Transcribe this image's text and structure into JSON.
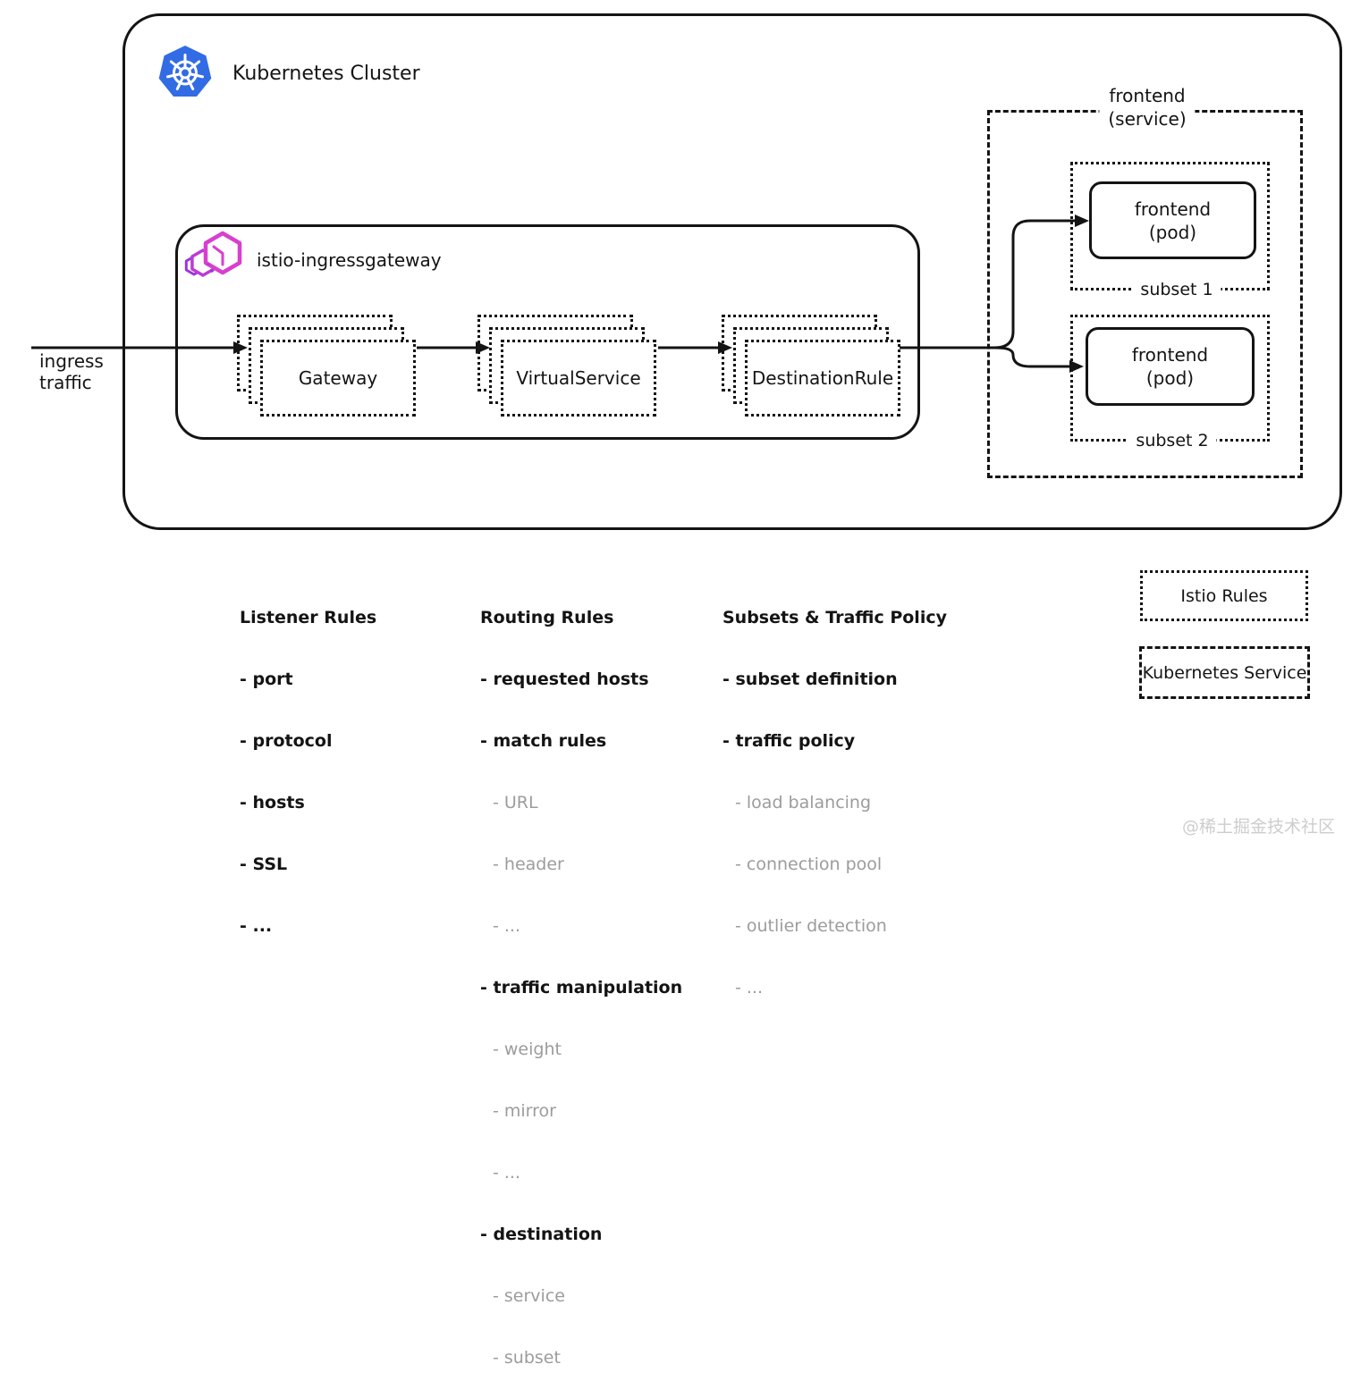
{
  "colors": {
    "kubernetes_blue": "#326CE5",
    "istio_magenta": "#D93FCF",
    "istio_purple": "#9C34DD",
    "line_black": "#141414",
    "muted_gray": "#9C9C9C",
    "watermark_gray": "#CDCDCD"
  },
  "cluster": {
    "title": "Kubernetes Cluster"
  },
  "ingress": {
    "line1": "ingress",
    "line2": "traffic"
  },
  "istio_gateway": {
    "title": "istio-ingressgateway",
    "stages": [
      {
        "label": "Gateway"
      },
      {
        "label": "VirtualService"
      },
      {
        "label": "DestinationRule"
      }
    ]
  },
  "frontend_service": {
    "name_line1": "frontend",
    "name_line2": "(service)",
    "subsets": [
      {
        "label": "subset 1",
        "pod_line1": "frontend",
        "pod_line2": "(pod)"
      },
      {
        "label": "subset 2",
        "pod_line1": "frontend",
        "pod_line2": "(pod)"
      }
    ]
  },
  "annotations": [
    {
      "title": "Listener Rules",
      "items": [
        {
          "text": "- port",
          "muted": false
        },
        {
          "text": "- protocol",
          "muted": false
        },
        {
          "text": "- hosts",
          "muted": false
        },
        {
          "text": "- SSL",
          "muted": false
        },
        {
          "text": "- ...",
          "muted": false
        }
      ]
    },
    {
      "title": "Routing Rules",
      "items": [
        {
          "text": "- requested hosts",
          "muted": false
        },
        {
          "text": "- match rules",
          "muted": false
        },
        {
          "text": "- URL",
          "muted": true
        },
        {
          "text": "- header",
          "muted": true
        },
        {
          "text": "- ...",
          "muted": true
        },
        {
          "text": "- traffic manipulation",
          "muted": false
        },
        {
          "text": "- weight",
          "muted": true
        },
        {
          "text": "- mirror",
          "muted": true
        },
        {
          "text": "- ...",
          "muted": true
        },
        {
          "text": "- destination",
          "muted": false
        },
        {
          "text": "- service",
          "muted": true
        },
        {
          "text": "- subset",
          "muted": true
        }
      ]
    },
    {
      "title": "Subsets & Traffic Policy",
      "items": [
        {
          "text": "- subset definition",
          "muted": false
        },
        {
          "text": "- traffic policy",
          "muted": false
        },
        {
          "text": "- load balancing",
          "muted": true
        },
        {
          "text": "- connection pool",
          "muted": true
        },
        {
          "text": "- outlier detection",
          "muted": true
        },
        {
          "text": "- ...",
          "muted": true
        }
      ]
    }
  ],
  "legend": {
    "istio_rules": "Istio Rules",
    "kubernetes_service": "Kubernetes Service"
  },
  "watermark": "@稀土掘金技术社区"
}
